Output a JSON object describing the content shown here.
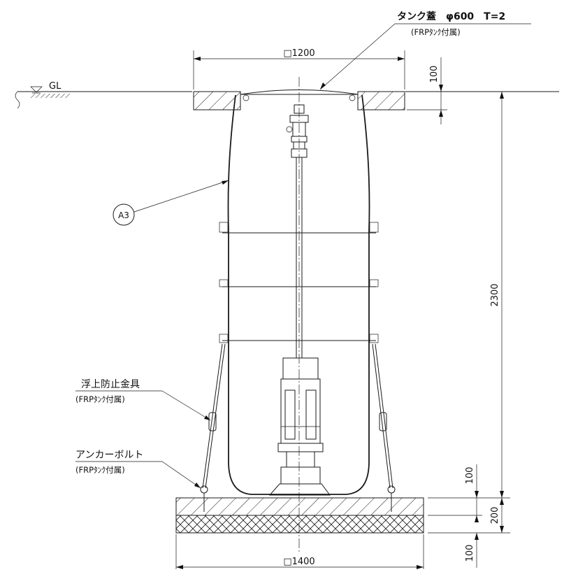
{
  "labels": {
    "lid_title": "タンク蓋　φ600　T=2",
    "lid_note": "(FRPﾀﾝｸ付属)",
    "gl": "GL",
    "top_width": "□1200",
    "base_width": "□1400",
    "dim_100_top": "100",
    "dim_2300": "2300",
    "dim_100_mid": "100",
    "dim_200": "200",
    "dim_100_bottom": "100",
    "tank_ref": "A3",
    "float_fitting": "浮上防止金具",
    "float_fitting_note": "(FRPﾀﾝｸ付属)",
    "anchor_bolt": "アンカーボルト",
    "anchor_bolt_note": "(FRPﾀﾝｸ付属)"
  }
}
